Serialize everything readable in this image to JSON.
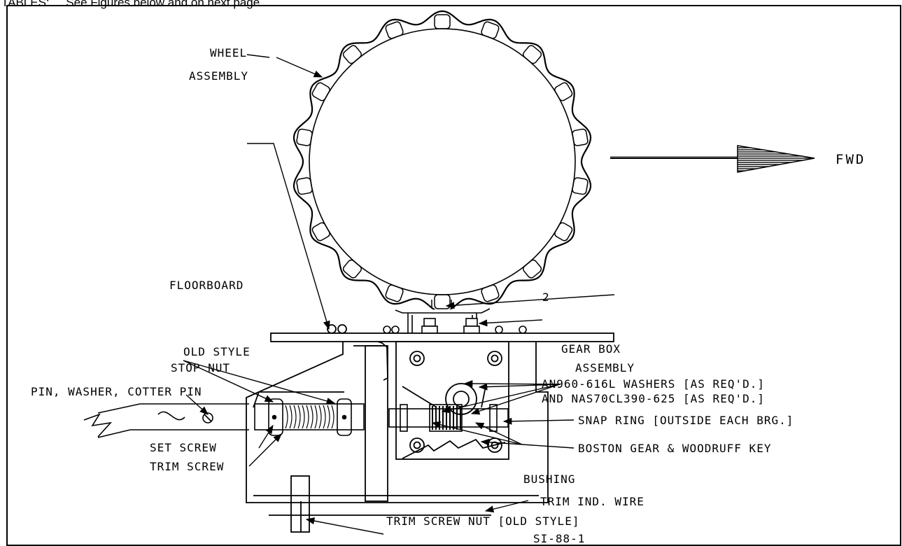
{
  "caption": "TABLES:     See Figures below and on next page.",
  "labels": {
    "wheel_assembly_1": "WHEEL",
    "wheel_assembly_2": "ASSEMBLY",
    "fwd": "FWD",
    "floorboard": "FLOORBOARD",
    "item_2": "2",
    "gear_box_1": "GEAR BOX",
    "gear_box_2": "ASSEMBLY",
    "washers_1": "AN960-616L WASHERS [AS REQ'D.]",
    "washers_2": "AND NAS70CL390-625 [AS REQ'D.]",
    "snap_ring": "SNAP RING [OUTSIDE EACH BRG.]",
    "boston_gear": "BOSTON GEAR & WOODRUFF KEY",
    "old_style_1": "OLD STYLE",
    "old_style_2": "STOP NUT",
    "pin_washer": "PIN, WASHER, COTTER PIN",
    "set_screw": "SET SCREW",
    "trim_screw": "TRIM SCREW",
    "bushing": "BUSHING",
    "trim_ind_wire": "TRIM IND. WIRE",
    "trim_screw_nut": "TRIM SCREW NUT [OLD STYLE]",
    "figure_id": "SI-88-1"
  }
}
